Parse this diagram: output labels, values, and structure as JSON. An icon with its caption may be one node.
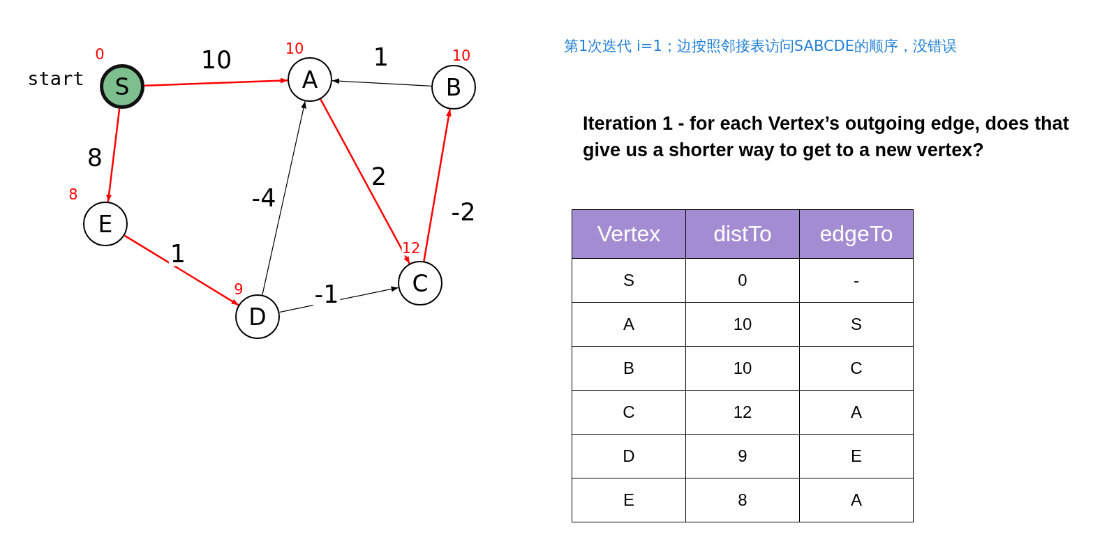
{
  "diagram": {
    "nodes": [
      {
        "text": [
          "S"
        ],
        "beside": [
          "start",
          "0"
        ]
      },
      {
        "text": [
          "A"
        ],
        "beside": [
          "10"
        ]
      },
      {
        "text": [
          "B"
        ],
        "beside": [
          "10"
        ]
      },
      {
        "text": [
          "E"
        ],
        "beside": [
          "8"
        ]
      },
      {
        "text": [
          "C"
        ],
        "beside": [
          "12"
        ]
      },
      {
        "text": [
          "D"
        ],
        "beside": [
          "9"
        ]
      }
    ],
    "edges": [
      {
        "from": 0,
        "to": 1,
        "arrow": "to",
        "label": "10"
      },
      {
        "from": 0,
        "to": 3,
        "arrow": "to",
        "label": "8"
      },
      {
        "from": 2,
        "to": 1,
        "arrow": "to",
        "label": "1",
        "color": "#000000"
      },
      {
        "from": 1,
        "to": 4,
        "arrow": "to",
        "label": "2"
      },
      {
        "from": 4,
        "to": 2,
        "arrow": "to",
        "label": "-2"
      },
      {
        "from": 3,
        "to": 5,
        "arrow": "to",
        "label": "1"
      },
      {
        "from": 5,
        "to": 1,
        "arrow": "to",
        "label": "-4",
        "color": "#000000"
      },
      {
        "from": 5,
        "to": 4,
        "arrow": "to",
        "label": "-1",
        "color": "#000000"
      }
    ],
    "labels": [
      "第1次迭代 i=1；边按照邻接表访问SABCDE的顺序，没错误",
      "Iteration 1 - for each Vertex’s outgoing edge, does that give us a shorter way to get to a new vertex?",
      "Vertex",
      "distTo",
      "edgeTo",
      "S",
      "0",
      "-",
      "A",
      "10",
      "S",
      "B",
      "10",
      "C",
      "C",
      "12",
      "A",
      "D",
      "9",
      "E",
      "E",
      "8",
      "A"
    ]
  }
}
